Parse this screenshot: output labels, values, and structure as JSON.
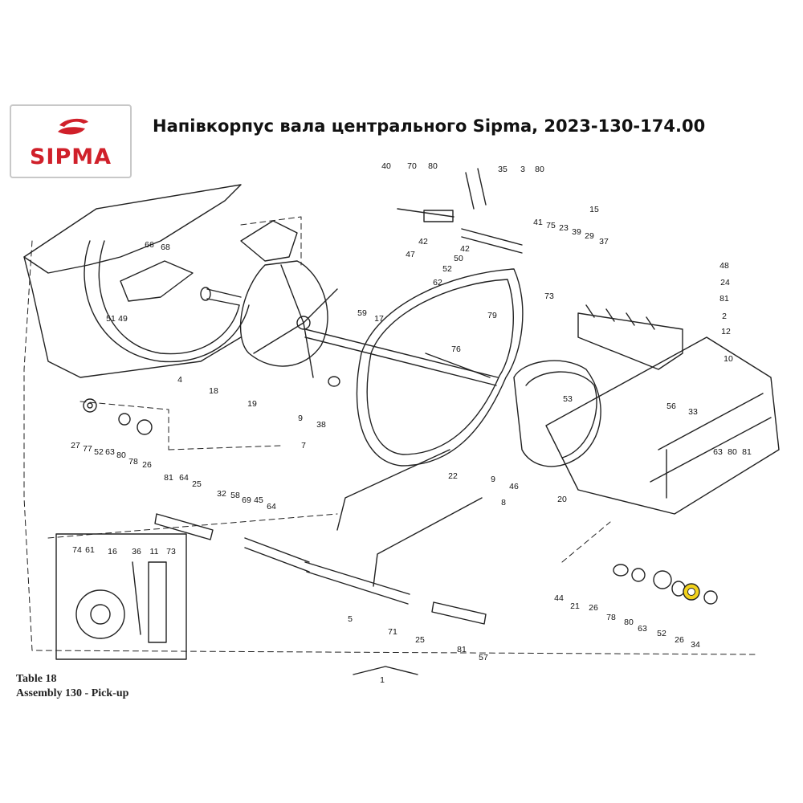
{
  "header": {
    "logo_text": "SIPMA",
    "title": "Напівкорпус вала центрального Sipma, 2023-130-174.00"
  },
  "caption": {
    "table": "Table 18",
    "assembly": "Assembly 130 - Pick-up"
  },
  "highlight_color": "#f2d21c",
  "brand_color": "#d0202a",
  "part_numbers": [
    "40",
    "70",
    "80",
    "35",
    "3",
    "80",
    "15",
    "42",
    "47",
    "41",
    "75",
    "23",
    "39",
    "29",
    "37",
    "42",
    "50",
    "52",
    "62",
    "73",
    "48",
    "24",
    "81",
    "2",
    "66",
    "68",
    "51",
    "49",
    "4",
    "18",
    "59",
    "17",
    "79",
    "12",
    "76",
    "10",
    "19",
    "9",
    "38",
    "7",
    "53",
    "56",
    "33",
    "22",
    "27",
    "77",
    "52",
    "63",
    "80",
    "78",
    "26",
    "9",
    "46",
    "8",
    "20",
    "63",
    "80",
    "81",
    "81",
    "64",
    "25",
    "32",
    "58",
    "69",
    "45",
    "64",
    "74",
    "61",
    "16",
    "36",
    "11",
    "73",
    "5",
    "71",
    "25",
    "81",
    "57",
    "44",
    "21",
    "26",
    "78",
    "80",
    "63",
    "52",
    "26",
    "34",
    "1"
  ]
}
